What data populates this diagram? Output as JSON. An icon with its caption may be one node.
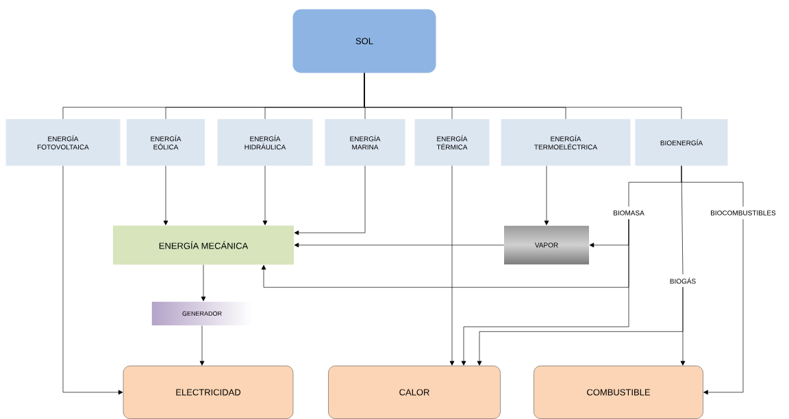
{
  "diagram": {
    "nodes": [
      {
        "text": [
          "SOL"
        ]
      },
      {
        "text": [
          "ENERGÍA FOTOVOLTAICA"
        ]
      },
      {
        "text": [
          "ENERGÍA EÓLICA"
        ]
      },
      {
        "text": [
          "ENERGÍA HIDRÁULICA"
        ]
      },
      {
        "text": [
          "ENERGÍA MARINA"
        ]
      },
      {
        "text": [
          "ENERGÍA TÉRMICA"
        ]
      },
      {
        "text": [
          "ENERGÍA TERMOELÉCTRICA"
        ]
      },
      {
        "text": [
          "BIOENERGÍA"
        ]
      },
      {
        "text": [
          "ENERGÍA MECÁNICA"
        ]
      },
      {
        "text": [
          "VAPOR"
        ]
      },
      {
        "text": [
          "BIOMASA"
        ]
      },
      {
        "text": [
          "BIOCOMBUSTIBLES"
        ]
      },
      {
        "text": [
          "BIOGÁS"
        ]
      },
      {
        "text": [
          "GENERADOR"
        ]
      },
      {
        "text": [
          "ELECTRICIDAD"
        ]
      },
      {
        "text": [
          "CALOR"
        ]
      },
      {
        "text": [
          "COMBUSTIBLE"
        ]
      }
    ],
    "edges": [
      {
        "from": 0,
        "to": 1,
        "arrow": "none"
      },
      {
        "from": 0,
        "to": 2,
        "arrow": "none"
      },
      {
        "from": 0,
        "to": 3,
        "arrow": "none"
      },
      {
        "from": 0,
        "to": 4,
        "arrow": "none"
      },
      {
        "from": 0,
        "to": 5,
        "arrow": "none"
      },
      {
        "from": 0,
        "to": 6,
        "arrow": "none"
      },
      {
        "from": 0,
        "to": 7,
        "arrow": "none"
      },
      {
        "from": 1,
        "to": 14,
        "arrow": "to"
      },
      {
        "from": 2,
        "to": 8,
        "arrow": "to"
      },
      {
        "from": 3,
        "to": 8,
        "arrow": "to"
      },
      {
        "from": 4,
        "to": 8,
        "arrow": "to"
      },
      {
        "from": 5,
        "to": 15,
        "arrow": "to"
      },
      {
        "from": 6,
        "to": 9,
        "arrow": "to"
      },
      {
        "from": 7,
        "to": 10,
        "arrow": "none"
      },
      {
        "from": 7,
        "to": 11,
        "arrow": "none"
      },
      {
        "from": 7,
        "to": 12,
        "arrow": "none"
      },
      {
        "from": 9,
        "to": 8,
        "arrow": "to"
      },
      {
        "from": 10,
        "to": 9,
        "arrow": "to"
      },
      {
        "from": 10,
        "to": 8,
        "arrow": "to"
      },
      {
        "from": 10,
        "to": 15,
        "arrow": "to"
      },
      {
        "from": 12,
        "to": 15,
        "arrow": "to"
      },
      {
        "from": 12,
        "to": 16,
        "arrow": "to"
      },
      {
        "from": 11,
        "to": 16,
        "arrow": "to"
      },
      {
        "from": 8,
        "to": 13,
        "arrow": "to"
      },
      {
        "from": 13,
        "to": 14,
        "arrow": "to"
      }
    ]
  }
}
